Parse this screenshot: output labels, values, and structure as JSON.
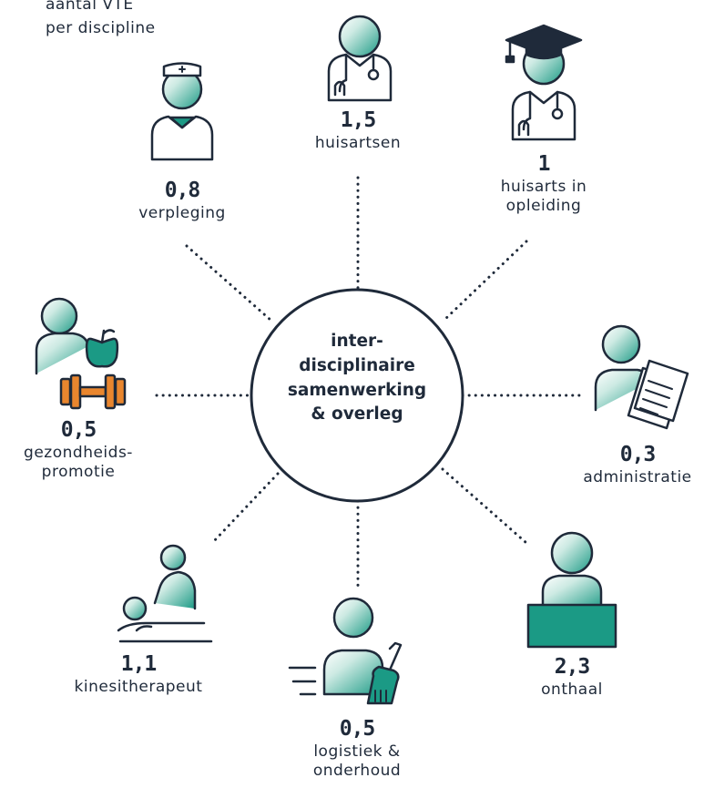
{
  "header": {
    "line1": "aantal VTE",
    "line2": "per discipline"
  },
  "center": {
    "line1": "inter-",
    "line2": "disciplinaire",
    "line3": "samenwerking",
    "line4": "& overleg"
  },
  "disciplines": [
    {
      "id": "huisartsen",
      "value": "1,5",
      "name": [
        "huisartsen"
      ],
      "icon": "doctor-icon"
    },
    {
      "id": "huisarts-in-opleiding",
      "value": "1",
      "name": [
        "huisarts in",
        "opleiding"
      ],
      "icon": "graduate-doctor-icon"
    },
    {
      "id": "administratie",
      "value": "0,3",
      "name": [
        "administratie"
      ],
      "icon": "paperwork-icon"
    },
    {
      "id": "onthaal",
      "value": "2,3",
      "name": [
        "onthaal"
      ],
      "icon": "reception-desk-icon"
    },
    {
      "id": "logistiek",
      "value": "0,5",
      "name": [
        "logistiek &",
        "onderhoud"
      ],
      "icon": "cleaning-broom-icon"
    },
    {
      "id": "kinesitherapeut",
      "value": "1,1",
      "name": [
        "kinesitherapeut"
      ],
      "icon": "massage-icon"
    },
    {
      "id": "gezondheidspromotie",
      "value": "0,5",
      "name": [
        "gezondheids-",
        "promotie"
      ],
      "icon": "apple-dumbbell-icon"
    },
    {
      "id": "verpleging",
      "value": "0,8",
      "name": [
        "verpleging"
      ],
      "icon": "nurse-icon"
    }
  ],
  "colors": {
    "dark": "#1f2a3a",
    "teal": "#1b9a85",
    "teal_light": "#cdeae3"
  }
}
